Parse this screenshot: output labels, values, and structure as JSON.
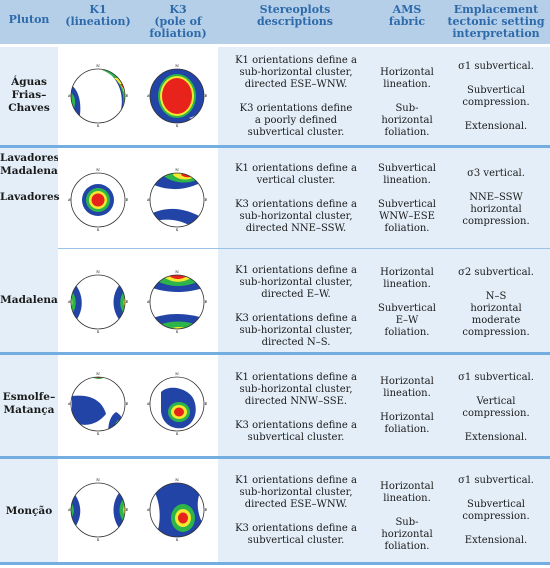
{
  "headers": {
    "pluton": "Pluton",
    "k1": "K1\n(lineation)",
    "k3": "K3\n(pole of\nfoliation)",
    "stereo": "Stereoplots\ndescriptions",
    "ams": "AMS\nfabric",
    "emplacement": "Emplacement\ntectonic setting\ninterpretation"
  },
  "rows": [
    {
      "pluton": "Águas\nFrias–\nChaves",
      "stereo": "K1 orientations define a\nsub-horizontal cluster,\ndirected ESE–WNW.\n\nK3 orientations define\na poorly defined\nsubvertical cluster.",
      "ams": "Horizontal\nlineation.\n\nSub-horizontal\nfoliation.",
      "emplacement": "σ1 subvertical.\n\nSubvertical\ncompression.\n\nExtensional."
    },
    {
      "pluton": "Lavadores",
      "stereo": "K1 orientations define a\nvertical cluster.\n\nK3 orientations define a\nsub-horizontal cluster,\ndirected NNE–SSW.",
      "ams": "Subvertical\nlineation.\n\nSubvertical\nWNW–ESE\nfoliation.",
      "emplacement": "σ3 vertical.\n\nNNE–SSW\nhorizontal\ncompression."
    },
    {
      "pluton": "Madalena",
      "stereo": "K1 orientations define a\nsub-horizontal cluster,\ndirected E–W.\n\nK3 orientations define a\nsub-horizontal cluster,\ndirected N–S.",
      "ams": "Horizontal\nlineation.\n\nSubvertical\nE–W\nfoliation.",
      "emplacement": "σ2 subvertical.\n\nN–S\nhorizontal\nmoderate\ncompression."
    },
    {
      "pluton": "Esmolfe–\nMatança",
      "stereo": "K1 orientations define a\nsub-horizontal cluster,\ndirected NNW–SSE.\n\nK3 orientations define a\nsubvertical cluster.",
      "ams": "Horizontal\nlineation.\n\nHorizontal\nfoliation.",
      "emplacement": "σ1 subvertical.\n\nVertical\ncompression.\n\nExtensional."
    },
    {
      "pluton": "Monção",
      "stereo": "K1 orientations define a\nsub-horizontal cluster,\ndirected ESE–WNW.\n\nK3 orientations define a\nsubvertical cluster.",
      "ams": "Horizontal\nlineation.\n\nSub-horizontal\nfoliation.",
      "emplacement": "σ1 subvertical.\n\nSubvertical\ncompression.\n\nExtensional."
    }
  ],
  "group_label": "Lavadores–\nMadalena",
  "compass": {
    "n": "N",
    "s": "S",
    "e": "E",
    "w": "W"
  },
  "colors": {
    "header_bg": "#b5cfe8",
    "header_text": "#2e6aaa",
    "band": "#74aee0",
    "cell_bg": "#e4eef8",
    "contour_blue": "#2244a6",
    "contour_green": "#2db54a",
    "contour_yellow": "#f2e930",
    "contour_red": "#e8231c"
  }
}
